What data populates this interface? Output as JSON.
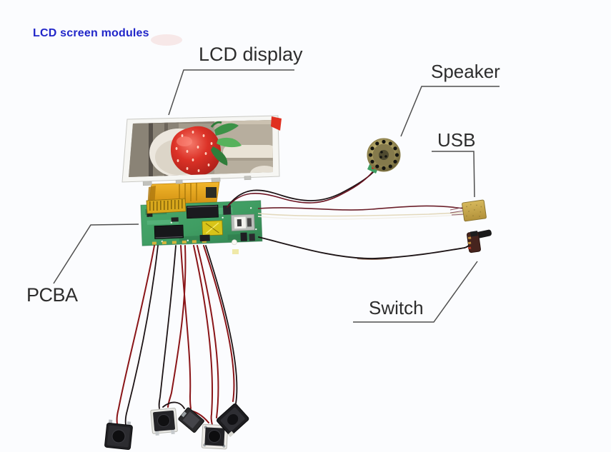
{
  "header": {
    "title": "LCD screen modules"
  },
  "callouts": {
    "lcd_display": {
      "label": "LCD display"
    },
    "speaker": {
      "label": "Speaker"
    },
    "usb": {
      "label": "USB"
    },
    "pcba": {
      "label": "PCBA"
    },
    "switch": {
      "label": "Switch"
    }
  },
  "components": [
    "lcd-display-module",
    "fpc-flex-cable",
    "pcba-board",
    "speaker-disc",
    "usb-connector",
    "toggle-switch",
    "push-button-1",
    "push-button-2",
    "wire-connector",
    "push-button-3",
    "push-button-4"
  ],
  "colors": {
    "page_bg": "#fbfcfe",
    "title_color": "#2126c9",
    "label_text": "#2d2d2d",
    "leader_line": "#4f4f4f",
    "wire_red": "#8a1518",
    "wire_black": "#1d1416",
    "pcb_green": "#3f9c62",
    "fpc_orange": "#e8a81f",
    "usb_gold": "#c8a84b",
    "strawberry_red": "#d7322b",
    "leaf_green": "#46a24f",
    "speaker_gold": "#b4a562"
  }
}
